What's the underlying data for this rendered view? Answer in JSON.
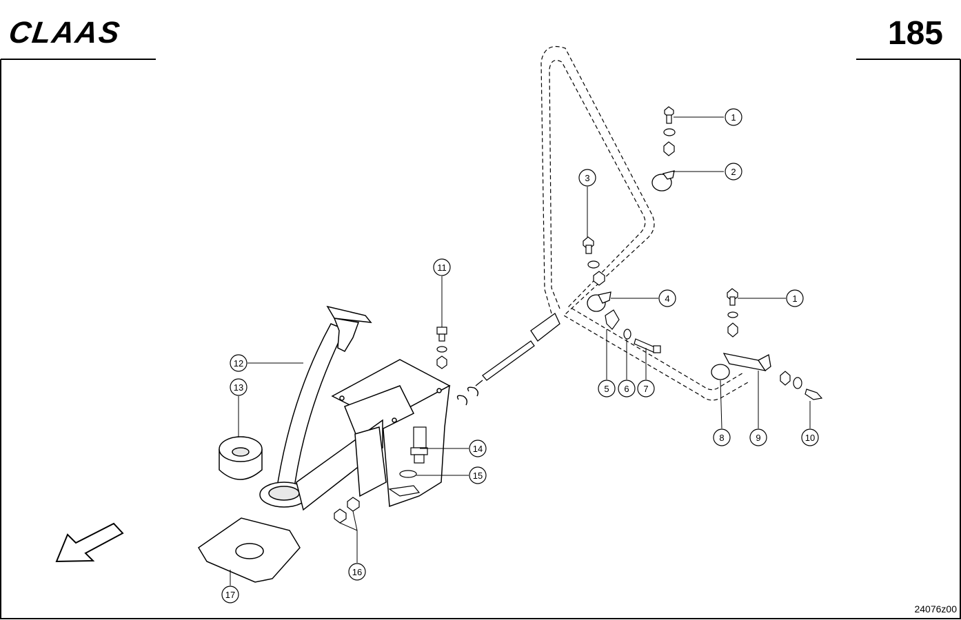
{
  "header": {
    "brand": "CLAAS",
    "page_number": "185"
  },
  "drawing_code": "24076z00",
  "callouts": [
    "1",
    "2",
    "3",
    "4",
    "1",
    "5",
    "6",
    "7",
    "8",
    "9",
    "10",
    "11",
    "12",
    "13",
    "14",
    "15",
    "16",
    "17"
  ],
  "icons": {
    "direction": "direction-arrow-icon"
  },
  "colors": {
    "line": "#000000",
    "paper": "#ffffff",
    "part_fill": "#e8e8e8"
  }
}
